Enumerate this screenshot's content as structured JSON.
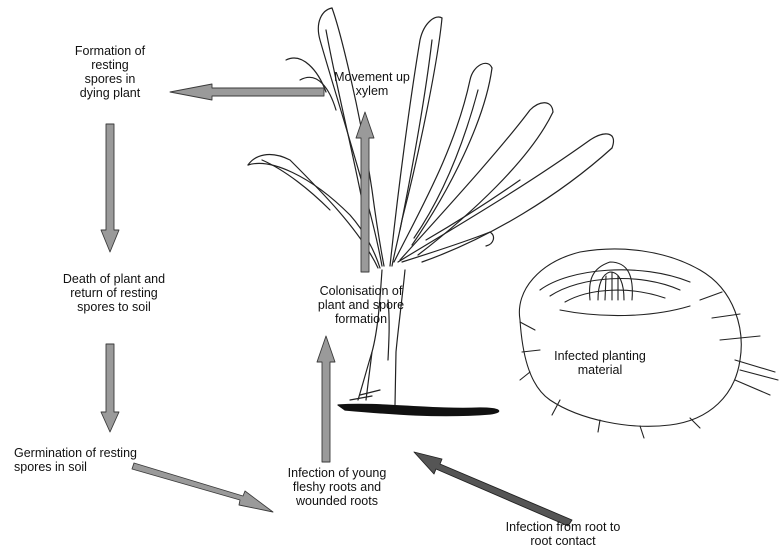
{
  "diagram": {
    "labels": {
      "resting_spores": "Formation of\nresting\nspores in\ndying plant",
      "movement_xylem": "Movement up\nxylem",
      "death_plant": "Death of plant and\nreturn of resting\nspores to soil",
      "colonisation": "Colonisation of\nplant and spore\nformation",
      "infected_material": "Infected planting\nmaterial",
      "germination": "Germination of resting\nspores in soil",
      "infection_young": "Infection of young\nfleshy roots and\nwounded roots",
      "infection_root_contact": "Infection from root to\nroot contact"
    },
    "colors": {
      "arrow_fill": "#9a9a9a",
      "arrow_stroke": "#3a3a3a",
      "dark_arrow_fill": "#555555",
      "line_art": "#222222"
    },
    "icons": {
      "plant": "banana-plant-illustration",
      "corm": "infected-corm-illustration"
    }
  }
}
